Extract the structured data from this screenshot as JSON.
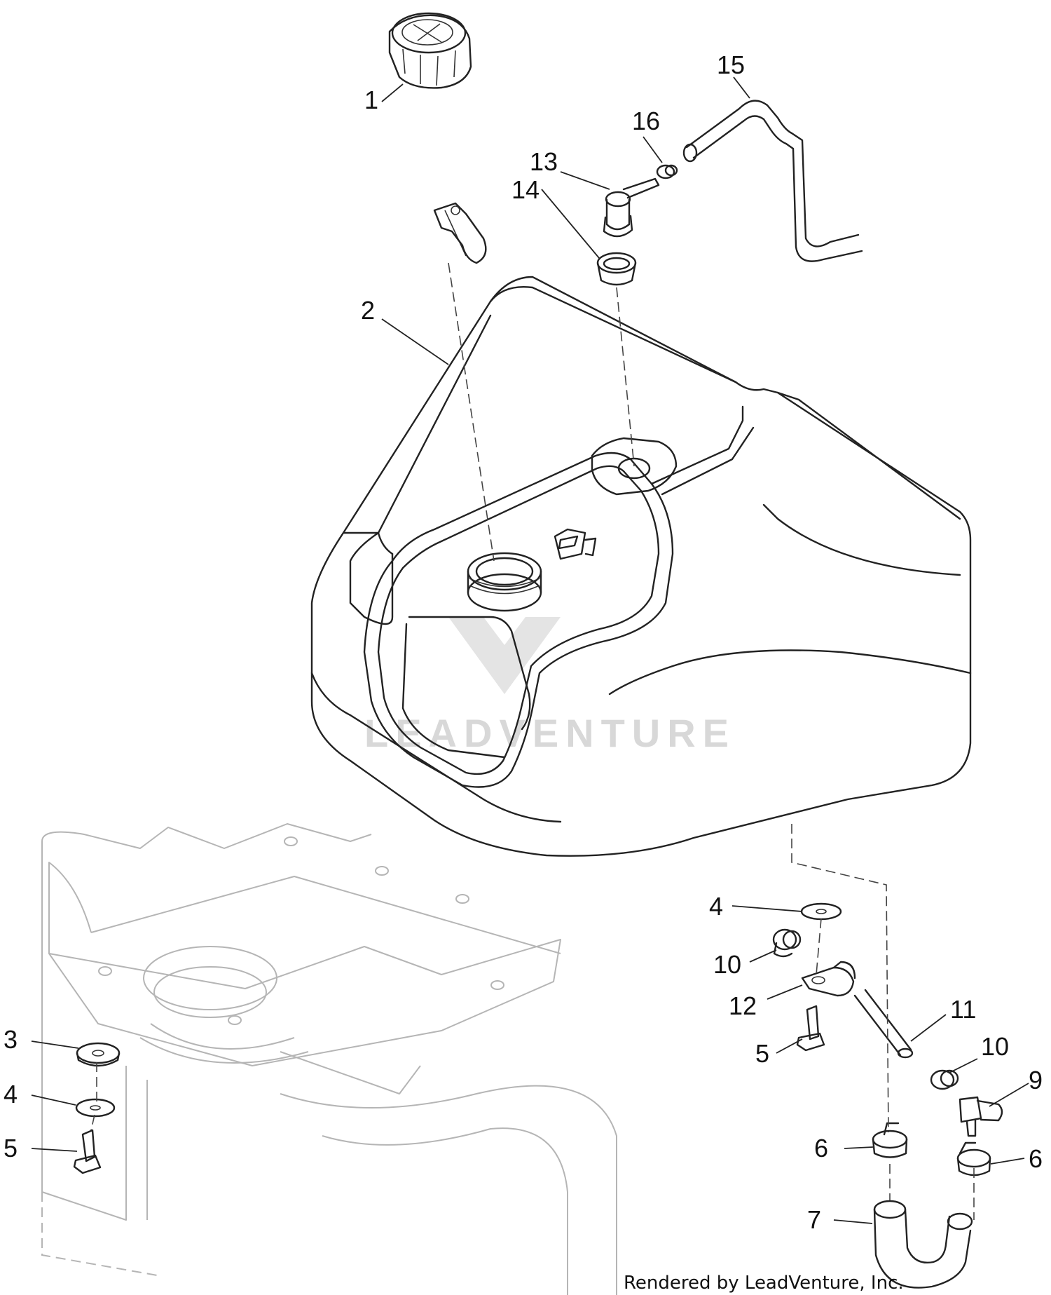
{
  "callouts": {
    "c1": "1",
    "c2": "2",
    "c3": "3",
    "c4a": "4",
    "c4b": "4",
    "c5a": "5",
    "c5b": "5",
    "c6a": "6",
    "c6b": "6",
    "c7": "7",
    "c9": "9",
    "c10a": "10",
    "c10b": "10",
    "c11": "11",
    "c12": "12",
    "c13": "13",
    "c14": "14",
    "c15": "15",
    "c16": "16"
  },
  "watermark": "LEADVENTURE",
  "footer": "Rendered by LeadVenture, Inc.",
  "colors": {
    "line": "#222222",
    "ghost": "#b5b5b5",
    "watermark": "#d8d8d8"
  }
}
